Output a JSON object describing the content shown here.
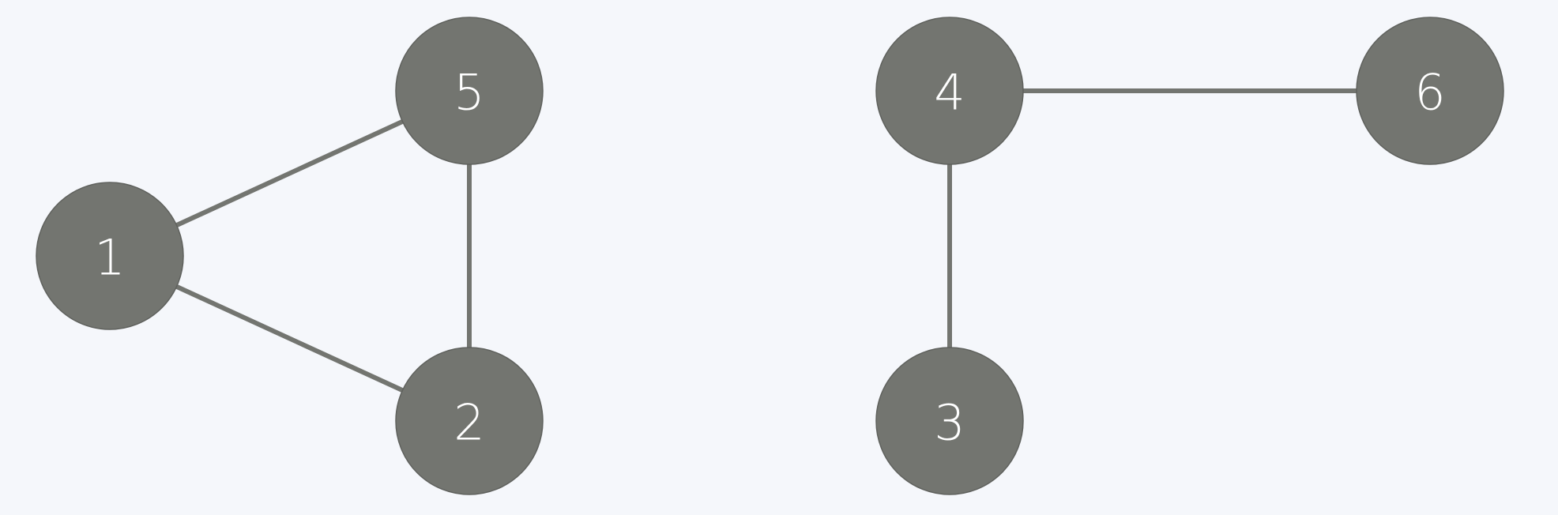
{
  "graph": {
    "node_fill": "#737570",
    "edge_color": "#737570",
    "label_color": "#ffffff",
    "background": "#f5f7fb",
    "nodes": [
      {
        "id": "1",
        "label": "1"
      },
      {
        "id": "2",
        "label": "2"
      },
      {
        "id": "3",
        "label": "3"
      },
      {
        "id": "4",
        "label": "4"
      },
      {
        "id": "5",
        "label": "5"
      },
      {
        "id": "6",
        "label": "6"
      }
    ],
    "edges": [
      {
        "from": "1",
        "to": "5"
      },
      {
        "from": "1",
        "to": "2"
      },
      {
        "from": "5",
        "to": "2"
      },
      {
        "from": "4",
        "to": "6"
      },
      {
        "from": "4",
        "to": "3"
      }
    ]
  }
}
